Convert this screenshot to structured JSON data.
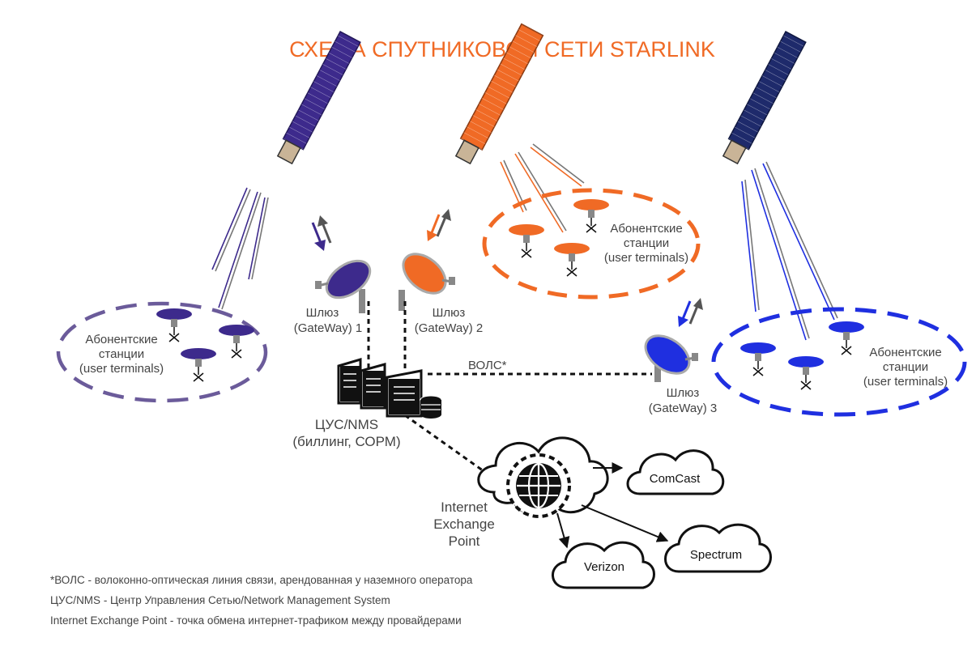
{
  "title": "СХЕМА СПУТНИКОВОЙ СЕТИ STARLINK",
  "colors": {
    "orange": "#f06a25",
    "purple": "#3d2a8c",
    "purple_ring": "#6b5b9a",
    "blue": "#1f2fe0",
    "navy": "#1e2a6b",
    "gray": "#777777",
    "black": "#111111"
  },
  "satellites": [
    {
      "id": "satellite-purple",
      "color": "purple"
    },
    {
      "id": "satellite-orange",
      "color": "orange"
    },
    {
      "id": "satellite-navy",
      "color": "navy"
    }
  ],
  "terminal_groups": [
    {
      "label_line1": "Абонентские",
      "label_line2": "станции",
      "label_line3": "(user terminals)",
      "color": "purple"
    },
    {
      "label_line1": "Абонентские",
      "label_line2": "станции",
      "label_line3": "(user terminals)",
      "color": "orange"
    },
    {
      "label_line1": "Абонентские",
      "label_line2": "станции",
      "label_line3": "(user terminals)",
      "color": "blue"
    }
  ],
  "gateways": [
    {
      "line1": "Шлюз",
      "line2": "(GateWay) 1",
      "color": "purple"
    },
    {
      "line1": "Шлюз",
      "line2": "(GateWay) 2",
      "color": "orange"
    },
    {
      "line1": "Шлюз",
      "line2": "(GateWay) 3",
      "color": "blue"
    }
  ],
  "fiber_label": "ВОЛС*",
  "nms": {
    "line1": "ЦУС/NMS",
    "line2": "(биллинг, СОРМ)"
  },
  "ixp": {
    "line1": "Internet",
    "line2": "Exchange",
    "line3": "Point"
  },
  "providers": [
    "ComCast",
    "Verizon",
    "Spectrum"
  ],
  "footnotes": [
    "*ВОЛС - волоконно-оптическая линия связи, арендованная у наземного оператора",
    "ЦУС/NMS - Центр Управления Сетью/Network Management System",
    "Internet Exchange Point - точка обмена интернет-трафиком между провайдерами"
  ]
}
